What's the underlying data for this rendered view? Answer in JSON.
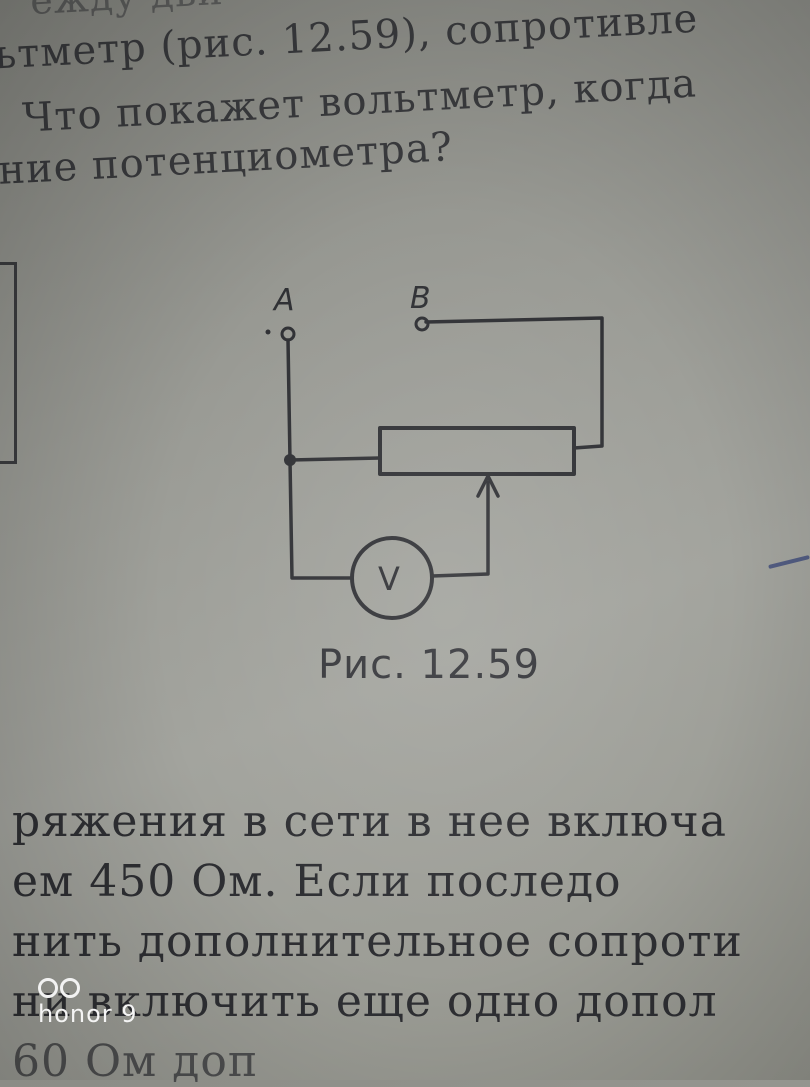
{
  "top_text": {
    "line0": "ежду дви",
    "line1": "ьтметр (рис. 12.59), сопротивле",
    "line2": "Что покажет вольтметр, когда",
    "line3": "ние потенциометра?"
  },
  "figure": {
    "terminal_a": "A",
    "terminal_b": "B",
    "voltmeter_symbol": "V",
    "caption": "Рис.   12.59"
  },
  "bottom_text": {
    "line0": "ряжения в сети в нее включа",
    "line1": "ем  450  Ом.  Если  последо",
    "line2": "нить дополнительное сопроти",
    "line3": "ни включить еще одно допол",
    "line4": "                 60 Ом  доп"
  },
  "watermark": {
    "brand": "honor 9",
    "rings_icon": "double-ring-icon"
  },
  "colors": {
    "paper": "#9a9b95",
    "ink": "#2e2f33",
    "pen": "#3d4a7a"
  }
}
